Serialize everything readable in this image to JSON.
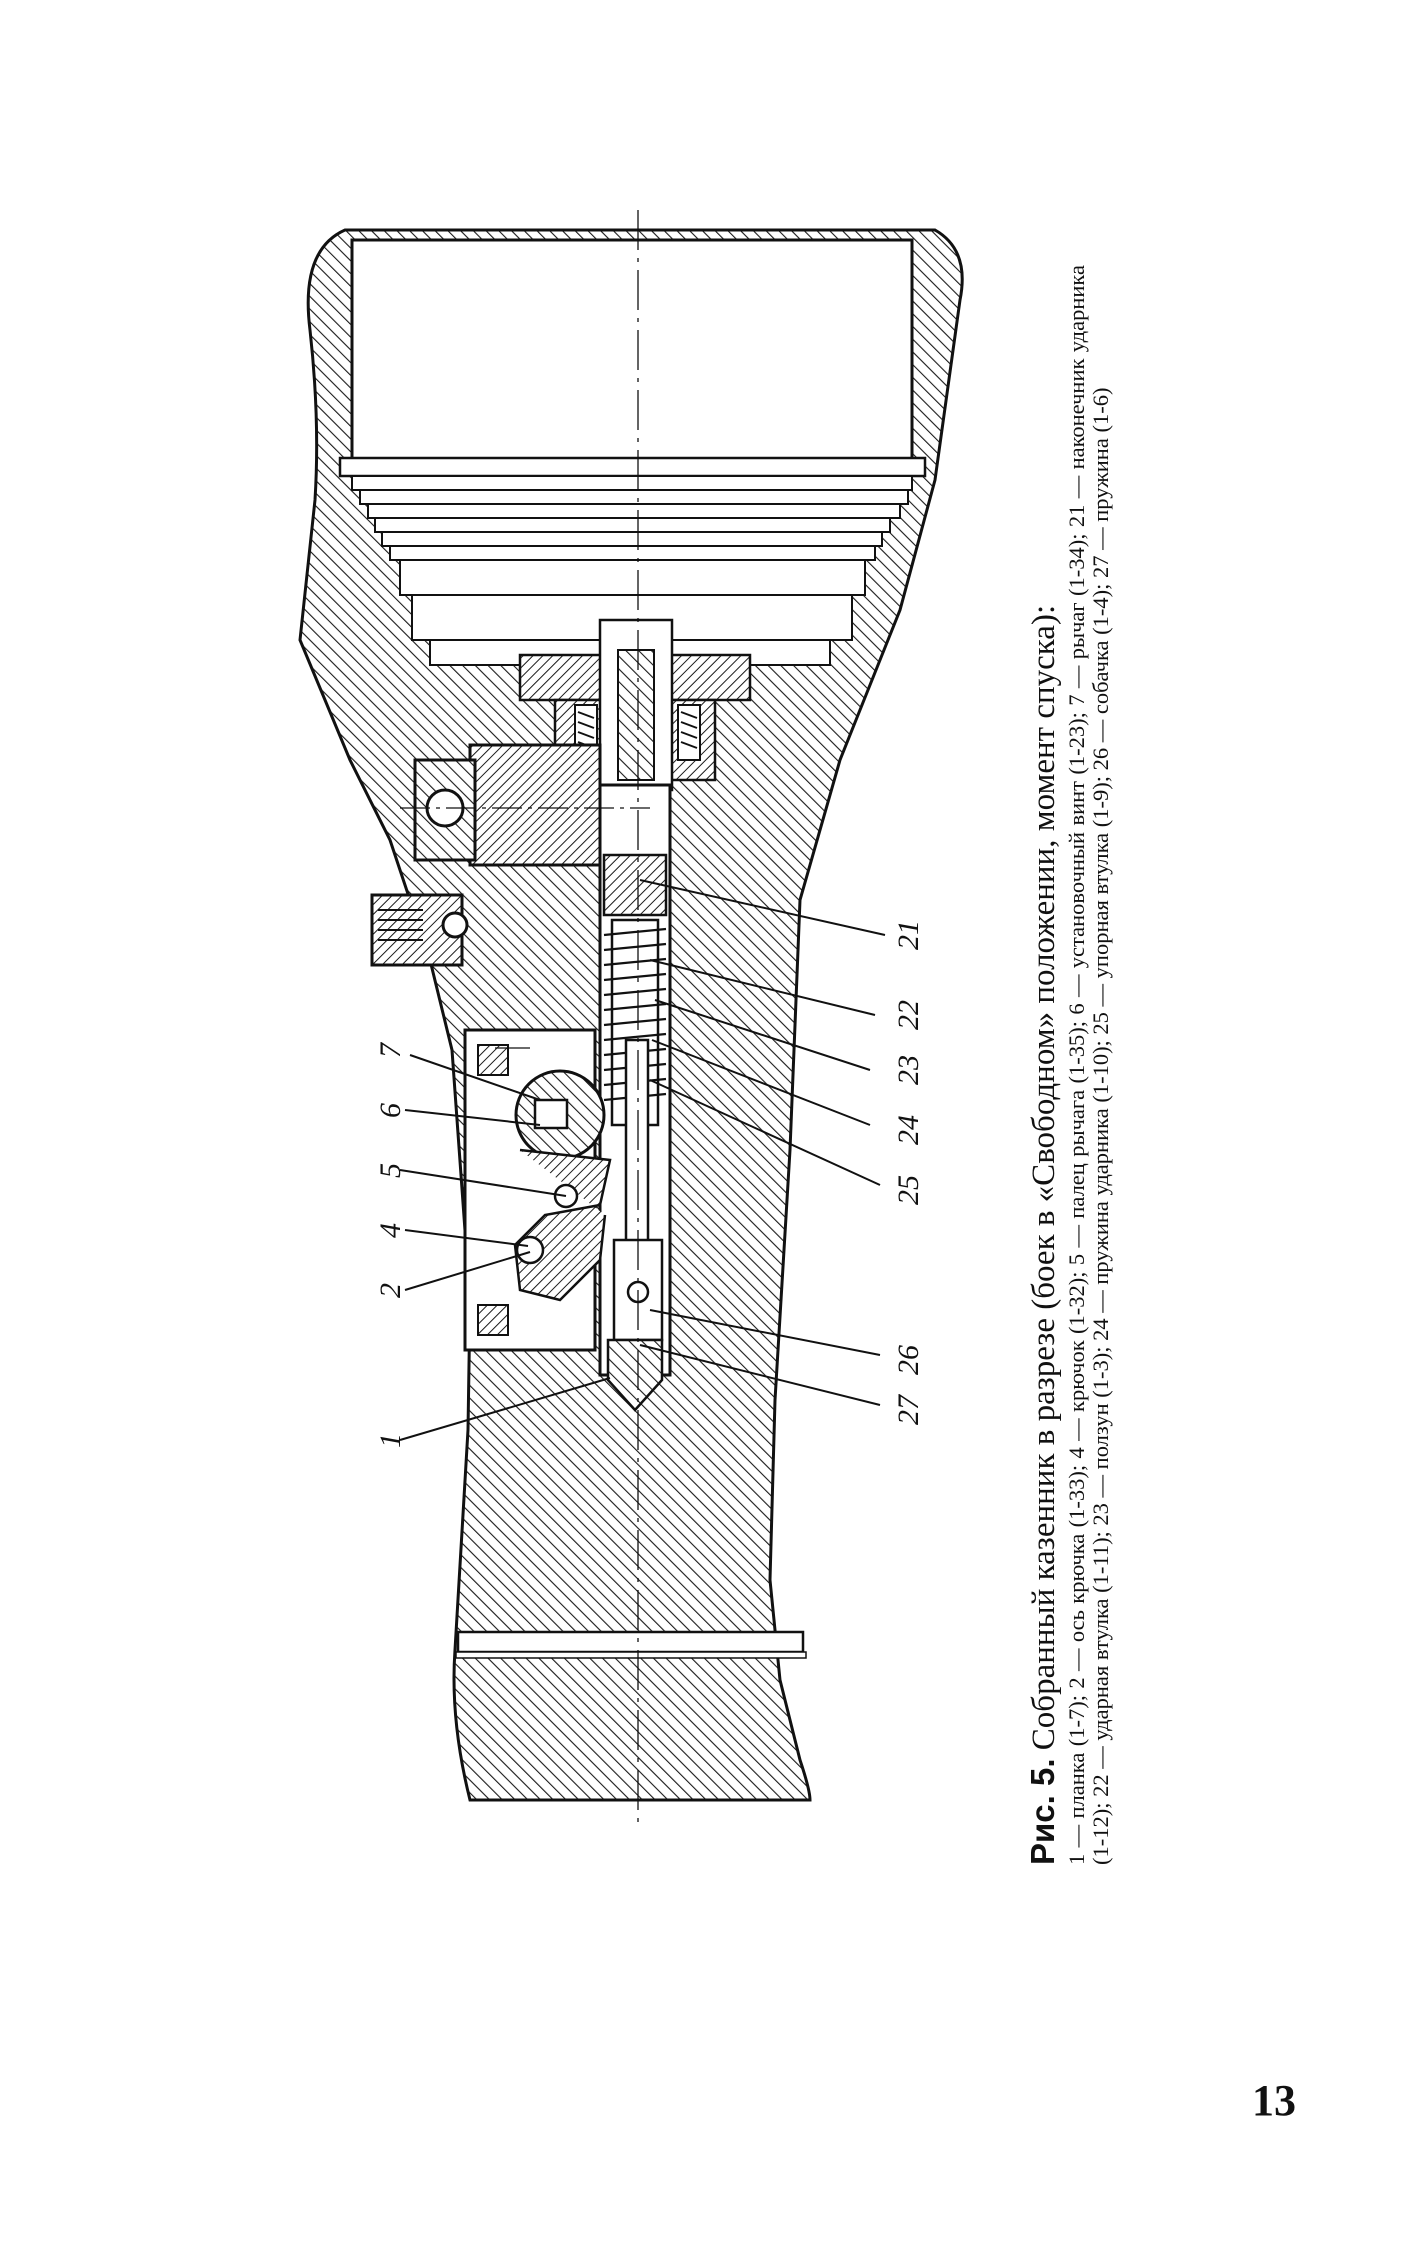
{
  "figure": {
    "callouts": [
      "1",
      "2",
      "4",
      "5",
      "6",
      "7",
      "21",
      "22",
      "23",
      "24",
      "25",
      "26",
      "27"
    ]
  },
  "caption": {
    "figure_label": "Рис. 5.",
    "title": "Собранный казенник в разрезе (боек в «Свободном» положении, момент спуска):",
    "legend": "1 — планка (1-7); 2 — ось крючка (1-33); 4 — крючок (1-32); 5 — палец рычага (1-35); 6 — установочный винт (1-23); 7 — рычаг (1-34); 21 — наконечник ударника (1-12); 22 — ударная втулка (1-11); 23 — ползун (1-3); 24 — пружина ударника (1-10); 25 — упорная втулка (1-9); 26 — собачка (1-4); 27 — пружина (1-6)"
  },
  "page_number": "13"
}
